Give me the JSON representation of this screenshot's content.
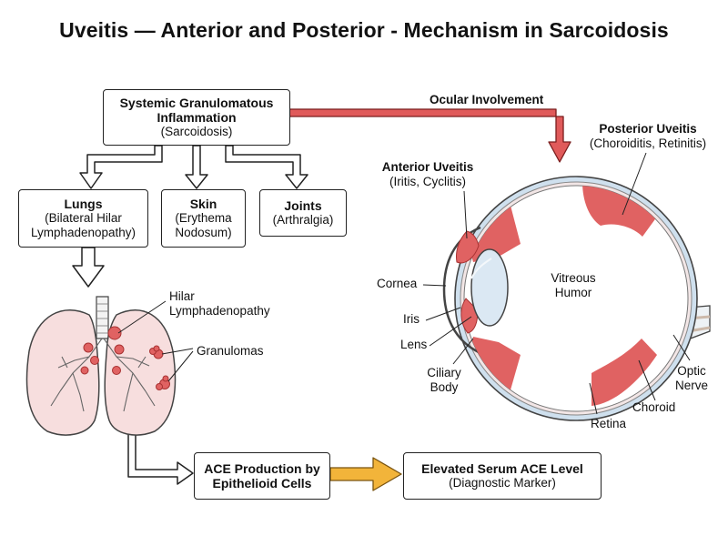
{
  "title": "Uveitis — Anterior and Posterior - Mechanism in Sarcoidosis",
  "boxes": {
    "systemic": {
      "line1": "Systemic Granulomatous",
      "line2": "Inflammation",
      "line3": "(Sarcoidosis)"
    },
    "lungs": {
      "line1": "Lungs",
      "line2": "(Bilateral Hilar",
      "line3": "Lymphadenopathy)"
    },
    "skin": {
      "line1": "Skin",
      "line2": "(Erythema",
      "line3": "Nodosum)"
    },
    "joints": {
      "line1": "Joints",
      "line2": "(Arthralgia)"
    },
    "ace": {
      "line1": "ACE Production by",
      "line2": "Epithelioid Cells"
    },
    "serum": {
      "line1": "Elevated Serum ACE Level",
      "line2": "(Diagnostic Marker)"
    }
  },
  "labels": {
    "ocular": "Ocular Involvement",
    "hilar": {
      "line1": "Hilar",
      "line2": "Lymphadenopathy"
    },
    "granulomas": "Granulomas",
    "anterior": {
      "line1": "Anterior Uveitis",
      "line2": "(Iritis, Cyclitis)"
    },
    "posterior": {
      "line1": "Posterior Uveitis",
      "line2": "(Choroiditis, Retinitis)"
    },
    "cornea": "Cornea",
    "iris": "Iris",
    "lens": "Lens",
    "ciliary": {
      "line1": "Ciliary",
      "line2": "Body"
    },
    "vitreous": {
      "line1": "Vitreous",
      "line2": "Humor"
    },
    "retina": "Retina",
    "choroid": "Choroid",
    "optic": {
      "line1": "Optic",
      "line2": "Nerve"
    }
  },
  "colors": {
    "inflammation": "#d94848",
    "ocular_arrow": "#e05a5a",
    "ace_arrow": "#f2b43a",
    "tissue": "#f7dede",
    "eye_blue": "#cfe0ee",
    "outline": "#222222"
  }
}
